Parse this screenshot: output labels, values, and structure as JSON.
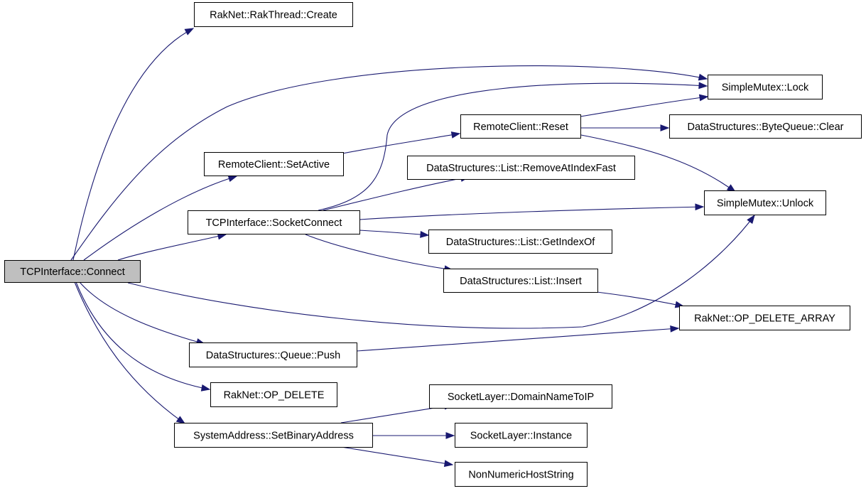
{
  "colors": {
    "edge": "#191970",
    "node_fill": "#ffffff",
    "root_fill": "#bfbfbf",
    "border": "#000000"
  },
  "nodes": [
    {
      "id": "connect",
      "label": "TCPInterface::Connect",
      "root": true
    },
    {
      "id": "create",
      "label": "RakNet::RakThread::Create"
    },
    {
      "id": "lock",
      "label": "SimpleMutex::Lock"
    },
    {
      "id": "reset",
      "label": "RemoteClient::Reset"
    },
    {
      "id": "bqclear",
      "label": "DataStructures::ByteQueue::Clear"
    },
    {
      "id": "setactive",
      "label": "RemoteClient::SetActive"
    },
    {
      "id": "removeat",
      "label": "DataStructures::List::RemoveAtIndexFast"
    },
    {
      "id": "unlock",
      "label": "SimpleMutex::Unlock"
    },
    {
      "id": "socketconnect",
      "label": "TCPInterface::SocketConnect"
    },
    {
      "id": "getindexof",
      "label": "DataStructures::List::GetIndexOf"
    },
    {
      "id": "insert",
      "label": "DataStructures::List::Insert"
    },
    {
      "id": "opdeletearray",
      "label": "RakNet::OP_DELETE_ARRAY"
    },
    {
      "id": "queuepush",
      "label": "DataStructures::Queue::Push"
    },
    {
      "id": "opdelete",
      "label": "RakNet::OP_DELETE"
    },
    {
      "id": "domainnametoip",
      "label": "SocketLayer::DomainNameToIP"
    },
    {
      "id": "setbinaryaddress",
      "label": "SystemAddress::SetBinaryAddress"
    },
    {
      "id": "instance",
      "label": "SocketLayer::Instance"
    },
    {
      "id": "nonnumeric",
      "label": "NonNumericHostString"
    }
  ],
  "edges": [
    {
      "from": "connect",
      "to": "create"
    },
    {
      "from": "connect",
      "to": "lock"
    },
    {
      "from": "connect",
      "to": "setactive"
    },
    {
      "from": "connect",
      "to": "socketconnect"
    },
    {
      "from": "connect",
      "to": "unlock"
    },
    {
      "from": "connect",
      "to": "queuepush"
    },
    {
      "from": "connect",
      "to": "opdelete"
    },
    {
      "from": "connect",
      "to": "setbinaryaddress"
    },
    {
      "from": "setactive",
      "to": "reset"
    },
    {
      "from": "reset",
      "to": "lock"
    },
    {
      "from": "reset",
      "to": "bqclear"
    },
    {
      "from": "reset",
      "to": "unlock"
    },
    {
      "from": "socketconnect",
      "to": "lock"
    },
    {
      "from": "socketconnect",
      "to": "removeat"
    },
    {
      "from": "socketconnect",
      "to": "unlock"
    },
    {
      "from": "socketconnect",
      "to": "getindexof"
    },
    {
      "from": "socketconnect",
      "to": "insert"
    },
    {
      "from": "insert",
      "to": "opdeletearray"
    },
    {
      "from": "queuepush",
      "to": "opdeletearray"
    },
    {
      "from": "setbinaryaddress",
      "to": "domainnametoip"
    },
    {
      "from": "setbinaryaddress",
      "to": "instance"
    },
    {
      "from": "setbinaryaddress",
      "to": "nonnumeric"
    }
  ]
}
